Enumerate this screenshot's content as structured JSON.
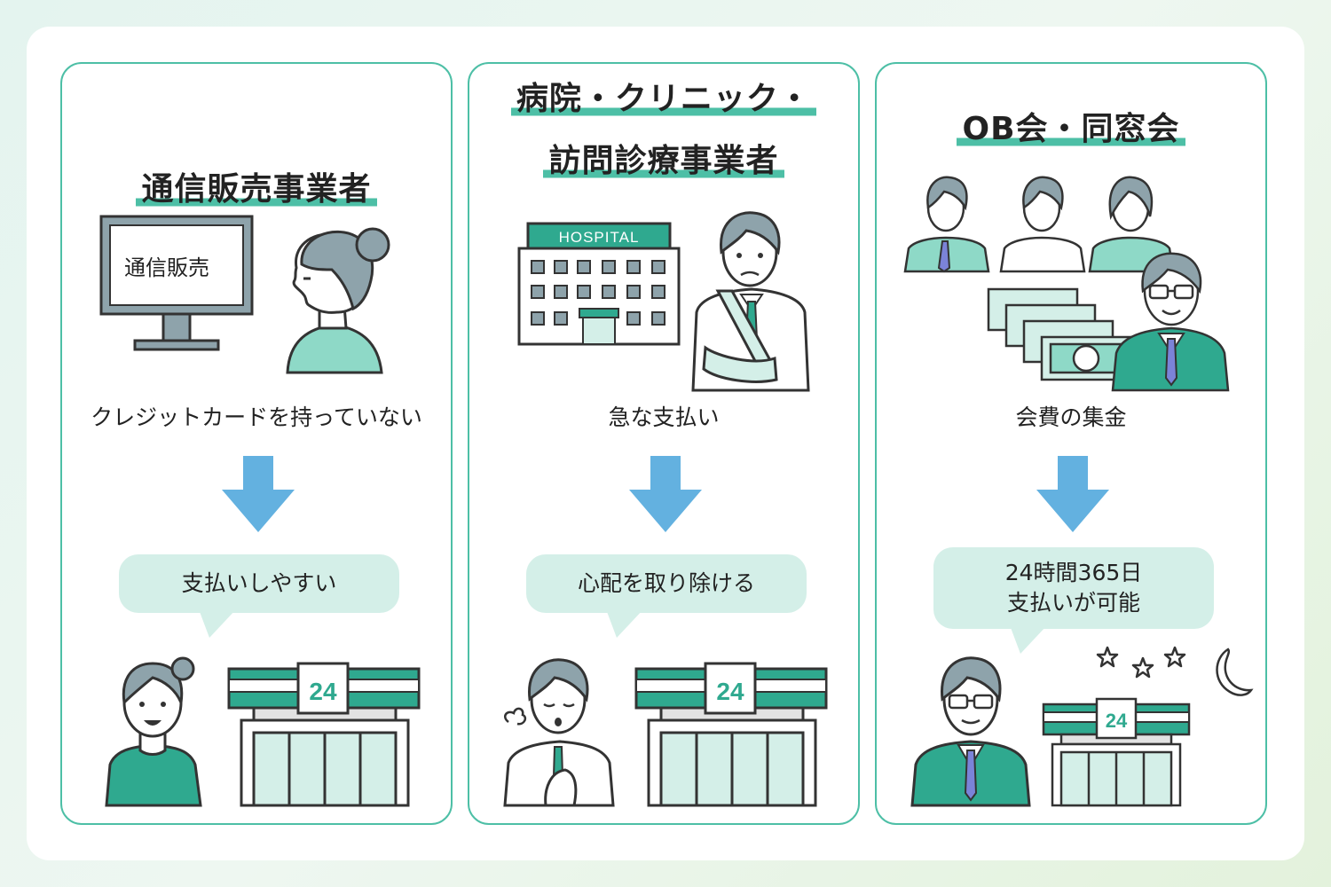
{
  "colors": {
    "accent": "#4dbfa6",
    "arrow": "#63b1e0",
    "bubble": "#d4efe8",
    "hair": "#8ea3ab",
    "skin": "#ffffff",
    "green_dark": "#2fa98f",
    "green_light": "#8ed9c7",
    "tie": "#7b83d8"
  },
  "panels": [
    {
      "title_lines": [
        "通信販売事業者"
      ],
      "illustration": "computer-monitor-and-woman",
      "monitor_text": "通信販売",
      "caption": "クレジットカードを持っていない",
      "bubble_lines": [
        "支払いしやすい"
      ],
      "store_sign": "24"
    },
    {
      "title_lines": [
        "病院・クリニック・",
        "訪問診療事業者"
      ],
      "illustration": "hospital-and-injured-man",
      "hospital_sign": "HOSPITAL",
      "caption": "急な支払い",
      "bubble_lines": [
        "心配を取り除ける"
      ],
      "store_sign": "24"
    },
    {
      "title_lines": [
        "OB会・同窓会"
      ],
      "illustration": "group-of-people-and-banknotes",
      "caption": "会費の集金",
      "bubble_lines": [
        "24時間365日",
        "支払いが可能"
      ],
      "store_sign": "24"
    }
  ]
}
